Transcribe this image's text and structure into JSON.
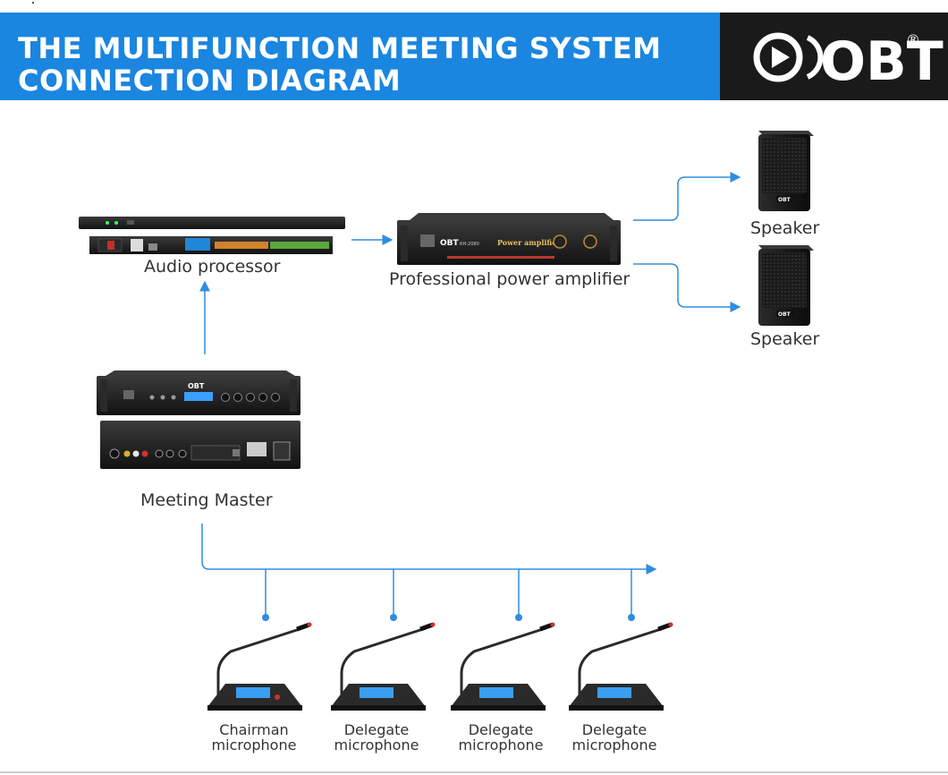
{
  "header": {
    "title_line1": "THE MULTIFUNCTION MEETING SYSTEM",
    "title_line2": "CONNECTION DIAGRAM",
    "brand_text": "OBT",
    "registered": "®"
  },
  "nodes": {
    "audio_processor": "Audio processor",
    "amplifier": "Professional power amplifier",
    "speaker_top": "Speaker",
    "speaker_bottom": "Speaker",
    "meeting_master": "Meeting Master"
  },
  "microphones": [
    {
      "line1": "Chairman",
      "line2": "microphone"
    },
    {
      "line1": "Delegate",
      "line2": "microphone"
    },
    {
      "line1": "Delegate",
      "line2": "microphone"
    },
    {
      "line1": "Delegate",
      "line2": "microphone"
    }
  ],
  "device_labels": {
    "amp_brand": "OBT",
    "amp_model": "RH-2080",
    "amp_name": "Power amplifier",
    "master_brand": "OBT",
    "speaker_badge": "OBT"
  },
  "colors": {
    "header_blue": "#1a86e0",
    "brand_black": "#1a1a1a",
    "connector_blue": "#2f8de0",
    "device_dark": "#1e1e1e"
  }
}
